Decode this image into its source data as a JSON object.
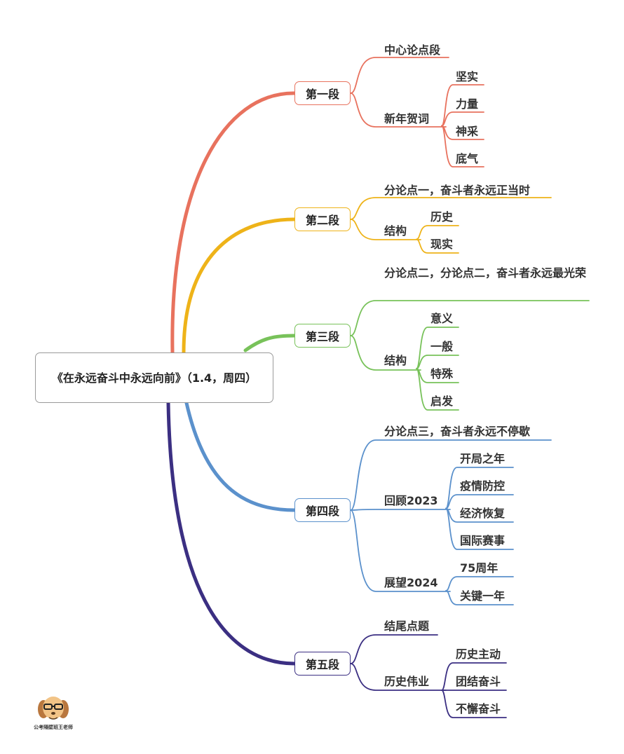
{
  "root": "《在永远奋斗中永远向前》（1.4，周四）",
  "colors": {
    "s1": "#e8725e",
    "s2": "#eeb319",
    "s3": "#78c25a",
    "s4": "#5b91cc",
    "s5": "#3b2f82"
  },
  "sections": [
    {
      "label": "第一段",
      "children": [
        {
          "label": "中心论点段"
        },
        {
          "label": "新年贺词",
          "children": [
            "坚实",
            "力量",
            "神采",
            "底气"
          ]
        }
      ]
    },
    {
      "label": "第二段",
      "children": [
        {
          "label": "分论点一，奋斗者永远正当时"
        },
        {
          "label": "结构",
          "children": [
            "历史",
            "现实"
          ]
        }
      ]
    },
    {
      "label": "第三段",
      "children": [
        {
          "label": "分论点二，分论点二，奋斗者永远最光荣"
        },
        {
          "label": "结构",
          "children": [
            "意义",
            "一般",
            "特殊",
            "启发"
          ]
        }
      ]
    },
    {
      "label": "第四段",
      "children": [
        {
          "label": "分论点三，奋斗者永远不停歇"
        },
        {
          "label": "回顾2023",
          "children": [
            "开局之年",
            "疫情防控",
            "经济恢复",
            "国际赛事"
          ]
        },
        {
          "label": "展望2024",
          "children": [
            "75周年",
            "关键一年"
          ]
        }
      ]
    },
    {
      "label": "第五段",
      "children": [
        {
          "label": "结尾点题"
        },
        {
          "label": "历史伟业",
          "children": [
            "历史主动",
            "团结奋斗",
            "不懈奋斗"
          ]
        }
      ]
    }
  ],
  "watermark": "公考隔壁班王老师"
}
